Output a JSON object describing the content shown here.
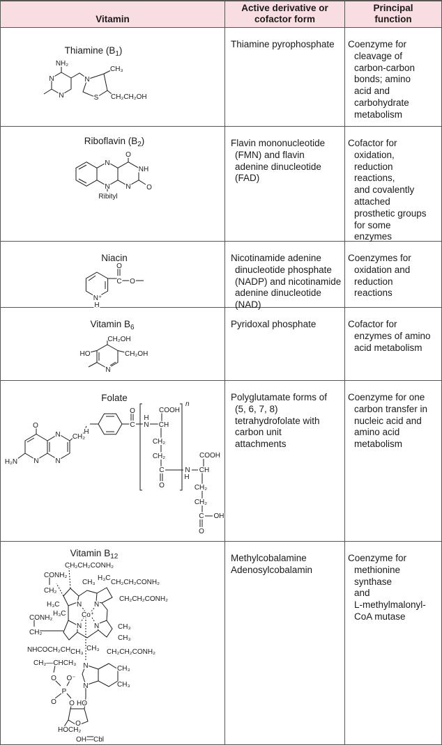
{
  "header": {
    "col1": "Vitamin",
    "col2": [
      "Active derivative or",
      "cofactor form"
    ],
    "col3": [
      "Principal",
      "function"
    ]
  },
  "rows": [
    {
      "title": [
        "Thiamine (B",
        "1",
        ")"
      ],
      "labels": [
        "NH₂",
        "N",
        "N",
        "N",
        "CH₃",
        "S",
        "CH₂CH₂OH"
      ],
      "derivative": [
        "Thiamine pyrophosphate"
      ],
      "function": [
        "Coenzyme for",
        "cleavage of",
        "carbon-carbon",
        "bonds; amino",
        "acid and",
        "carbohydrate",
        "metabolism"
      ]
    },
    {
      "title": [
        "Riboflavin (B",
        "2",
        ")"
      ],
      "labels": [
        "N",
        "N",
        "O",
        "NH",
        "N",
        "O",
        "Ribityl"
      ],
      "derivative": [
        "Flavin mononucleotide",
        "(FMN) and flavin",
        "adenine dinucleotide",
        "(FAD)"
      ],
      "function": [
        "Cofactor for",
        "oxidation,",
        "reduction",
        "reactions,",
        "and covalently",
        "attached",
        "prosthetic groups",
        "for some",
        "enzymes"
      ]
    },
    {
      "title": [
        "Niacin",
        "",
        ""
      ],
      "labels": [
        "O",
        "C",
        "O",
        "N⁺",
        "H"
      ],
      "derivative": [
        "Nicotinamide adenine",
        "dinucleotide phosphate",
        "(NADP) and nicotinamide",
        "adenine dinucleotide",
        "(NAD)"
      ],
      "function": [
        "Coenzymes for",
        "oxidation and",
        "reduction",
        "reactions"
      ]
    },
    {
      "title": [
        "Vitamin B",
        "6",
        ""
      ],
      "labels": [
        "CH₂OH",
        "HO",
        "CH₂OH",
        "N"
      ],
      "derivative": [
        "Pyridoxal phosphate"
      ],
      "function": [
        "Cofactor for",
        "enzymes of amino",
        "acid metabolism"
      ]
    },
    {
      "title": [
        "Folate",
        "",
        ""
      ],
      "labels": [
        "O",
        "H₂N",
        "N",
        "N",
        "CH₂",
        "N",
        "H",
        "C",
        "O",
        "H",
        "N",
        "CH",
        "COOH",
        "n",
        "CH₂",
        "CH₂",
        "C",
        "O",
        "N",
        "H",
        "CH",
        "COOH",
        "CH₂",
        "CH₂",
        "C",
        "OH",
        "O"
      ],
      "derivative": [
        "Polyglutamate forms of",
        "(5, 6, 7, 8)",
        "tetrahydrofolate with",
        "carbon unit",
        "attachments"
      ],
      "function": [
        "Coenzyme for one",
        "carbon transfer in",
        "nucleic acid and",
        "amino acid",
        "metabolism"
      ]
    },
    {
      "title": [
        "Vitamin B",
        "12",
        ""
      ],
      "labels": [
        "CH₂CH₂CONH₂",
        "CONH₂",
        "CH₂",
        "CH₃",
        "H₃C",
        "CH₂CH₂CONH₂",
        "CH₂CH₂CONH₂",
        "H₃C",
        "N",
        "N",
        "H₃C",
        "Co⁺",
        "CONH₂",
        "CH₂",
        "N",
        "N",
        "CH₃",
        "CH₃",
        "NHCOCH₂CH₂",
        "CH₃",
        "CH₃",
        "CH₂CH₂CONH₂",
        "CH₂—CHCH₃",
        "N",
        "CH₃",
        "O",
        "O⁻",
        "N",
        "CH₃",
        "P",
        "O",
        "O",
        "HO",
        "O",
        "HOCH₂",
        "OH—Cbl"
      ],
      "derivative": [
        "Methylcobalamine",
        "Adenosylcobalamin"
      ],
      "function": [
        "Coenzyme for",
        "methionine",
        "synthase",
        "and",
        "L-methylmalonyl-",
        "CoA mutase"
      ]
    }
  ]
}
